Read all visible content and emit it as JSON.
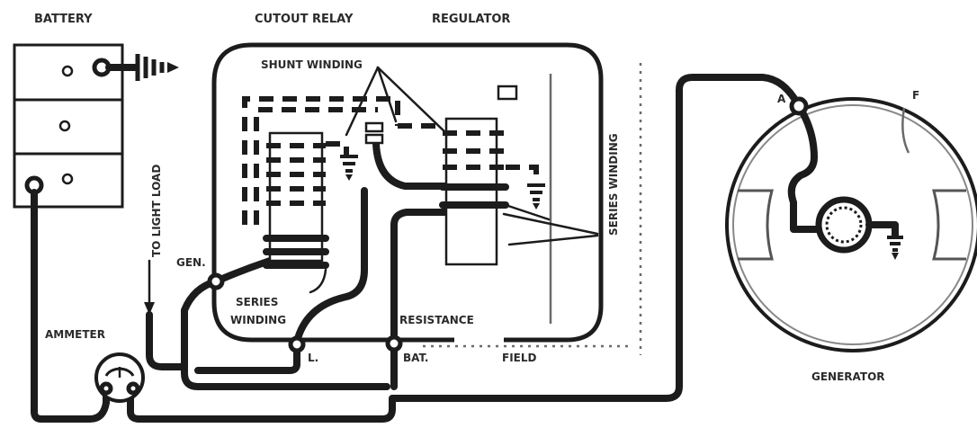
{
  "labels": {
    "battery": "BATTERY",
    "cutout_relay": "CUTOUT RELAY",
    "regulator": "REGULATOR",
    "shunt_winding": "SHUNT WINDING",
    "series_winding_vertical": "SERIES WINDING",
    "to_light_load": "TO LIGHT LOAD",
    "gen_terminal": "GEN.",
    "series_winding_line1": "SERIES",
    "series_winding_line2": "WINDING",
    "resistance": "RESISTANCE",
    "l_terminal": "L.",
    "bat_terminal": "BAT.",
    "field_terminal": "FIELD",
    "ammeter": "AMMETER",
    "generator": "GENERATOR",
    "generator_terminal_a": "A",
    "generator_terminal_f": "F"
  },
  "colors": {
    "wire": "#1c1c1c",
    "label": "#2b2b2b",
    "background": "#ffffff"
  }
}
